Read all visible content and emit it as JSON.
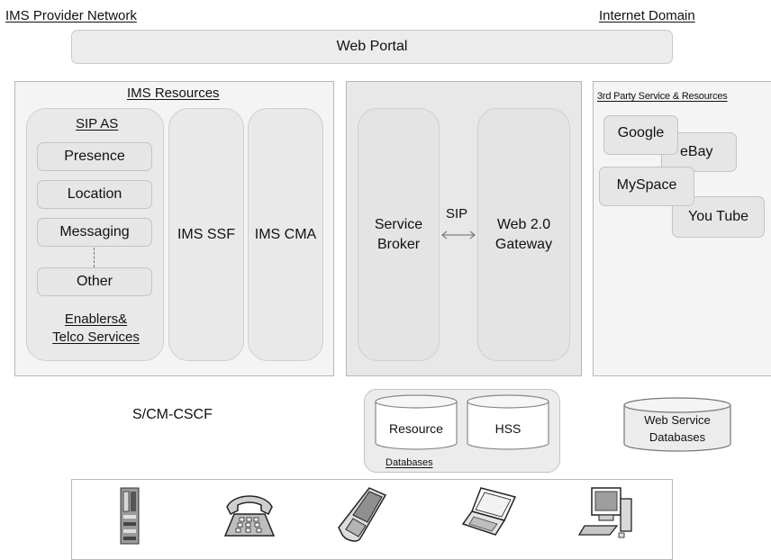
{
  "header": {
    "left_title": "IMS Provider Network",
    "right_title": "Internet Domain"
  },
  "web_portal": {
    "label": "Web Portal"
  },
  "ims_resources": {
    "title": "IMS Resources",
    "sip_as": {
      "title": "SIP AS",
      "items": [
        "Presence",
        "Location",
        "Messaging",
        "Other"
      ],
      "footer_line1": "Enablers&",
      "footer_line2": "Telco Services"
    },
    "ssf_label": "IMS SSF",
    "cma_label": "IMS CMA"
  },
  "broker_section": {
    "service_broker_line1": "Service",
    "service_broker_line2": "Broker",
    "sip_label": "SIP",
    "gateway_line1": "Web 2.0",
    "gateway_line2": "Gateway"
  },
  "third_party": {
    "title": "3rd Party Service & Resources",
    "services": [
      "Google",
      "eBay",
      "MySpace",
      "You Tube"
    ]
  },
  "cscf": {
    "label": "S/CM-CSCF"
  },
  "databases": {
    "resource_label": "Resource",
    "hss_label": "HSS",
    "caption": "Databases"
  },
  "web_service_db": {
    "line1": "Web Service",
    "line2": "Databases"
  },
  "devices": {
    "icons": [
      "server-icon",
      "telephone-icon",
      "mobile-phone-icon",
      "laptop-icon",
      "desktop-computer-icon"
    ]
  }
}
